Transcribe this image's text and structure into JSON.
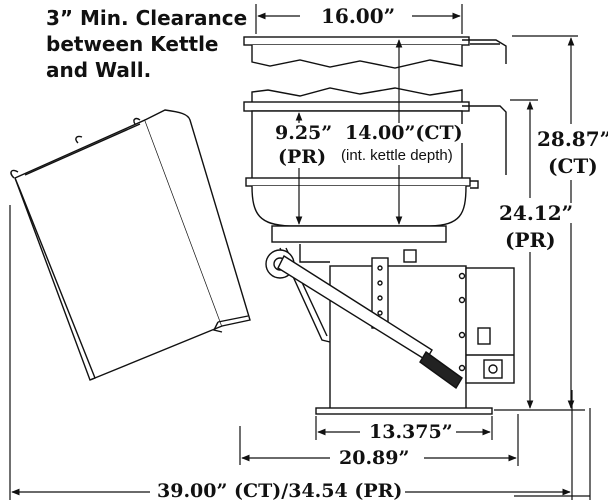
{
  "note": {
    "line1": "3” Min. Clearance",
    "line2": "between Kettle",
    "line3": "and Wall."
  },
  "dimensions": {
    "top_width": "16.00”",
    "depth_pr_value": "9.25”",
    "depth_pr_tag": "(PR)",
    "depth_ct_value": "14.00”(CT)",
    "depth_ct_note": "(int. kettle depth)",
    "height_ct_value": "28.87”",
    "height_ct_tag": "(CT)",
    "height_pr_value": "24.12”",
    "height_pr_tag": "(PR)",
    "base_width": "13.375”",
    "overall_width": "20.89”",
    "tilted_width": "39.00” (CT)/34.54 (PR)"
  }
}
